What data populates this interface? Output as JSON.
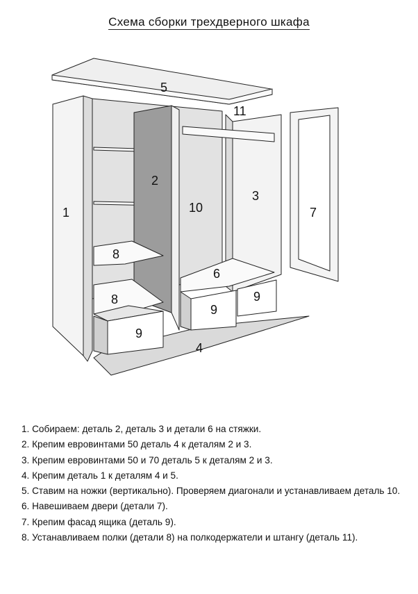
{
  "title": "Схема сборки трехдверного шкафа",
  "parts": {
    "p1": "1",
    "p2": "2",
    "p3": "3",
    "p4": "4",
    "p5": "5",
    "p6": "6",
    "p7": "7",
    "p8a": "8",
    "p8b": "8",
    "p9a": "9",
    "p9b": "9",
    "p9c": "9",
    "p10": "10",
    "p11": "11"
  },
  "steps": [
    "1. Собираем: деталь 2, деталь 3 и детали 6 на стяжки.",
    "2. Крепим евровинтами 50 деталь 4 к деталям 2 и 3.",
    "3. Крепим евровинтами 50 и 70 деталь 5 к деталям 2 и 3.",
    "4. Крепим деталь 1 к деталям 4 и 5.",
    "5. Ставим на ножки (вертикально). Проверяем диагонали и устанавливаем деталь 10.",
    "6. Навешиваем двери (детали 7).",
    "7. Крепим фасад ящика (деталь 9).",
    "8. Устанавливаем полки (детали 8) на полкодержатели и штангу (деталь 11)."
  ],
  "colors": {
    "stroke": "#222222",
    "light": "#f2f2f2",
    "mid": "#d6d6d6",
    "dark": "#9a9a9a",
    "back": "#e0e0e0"
  }
}
